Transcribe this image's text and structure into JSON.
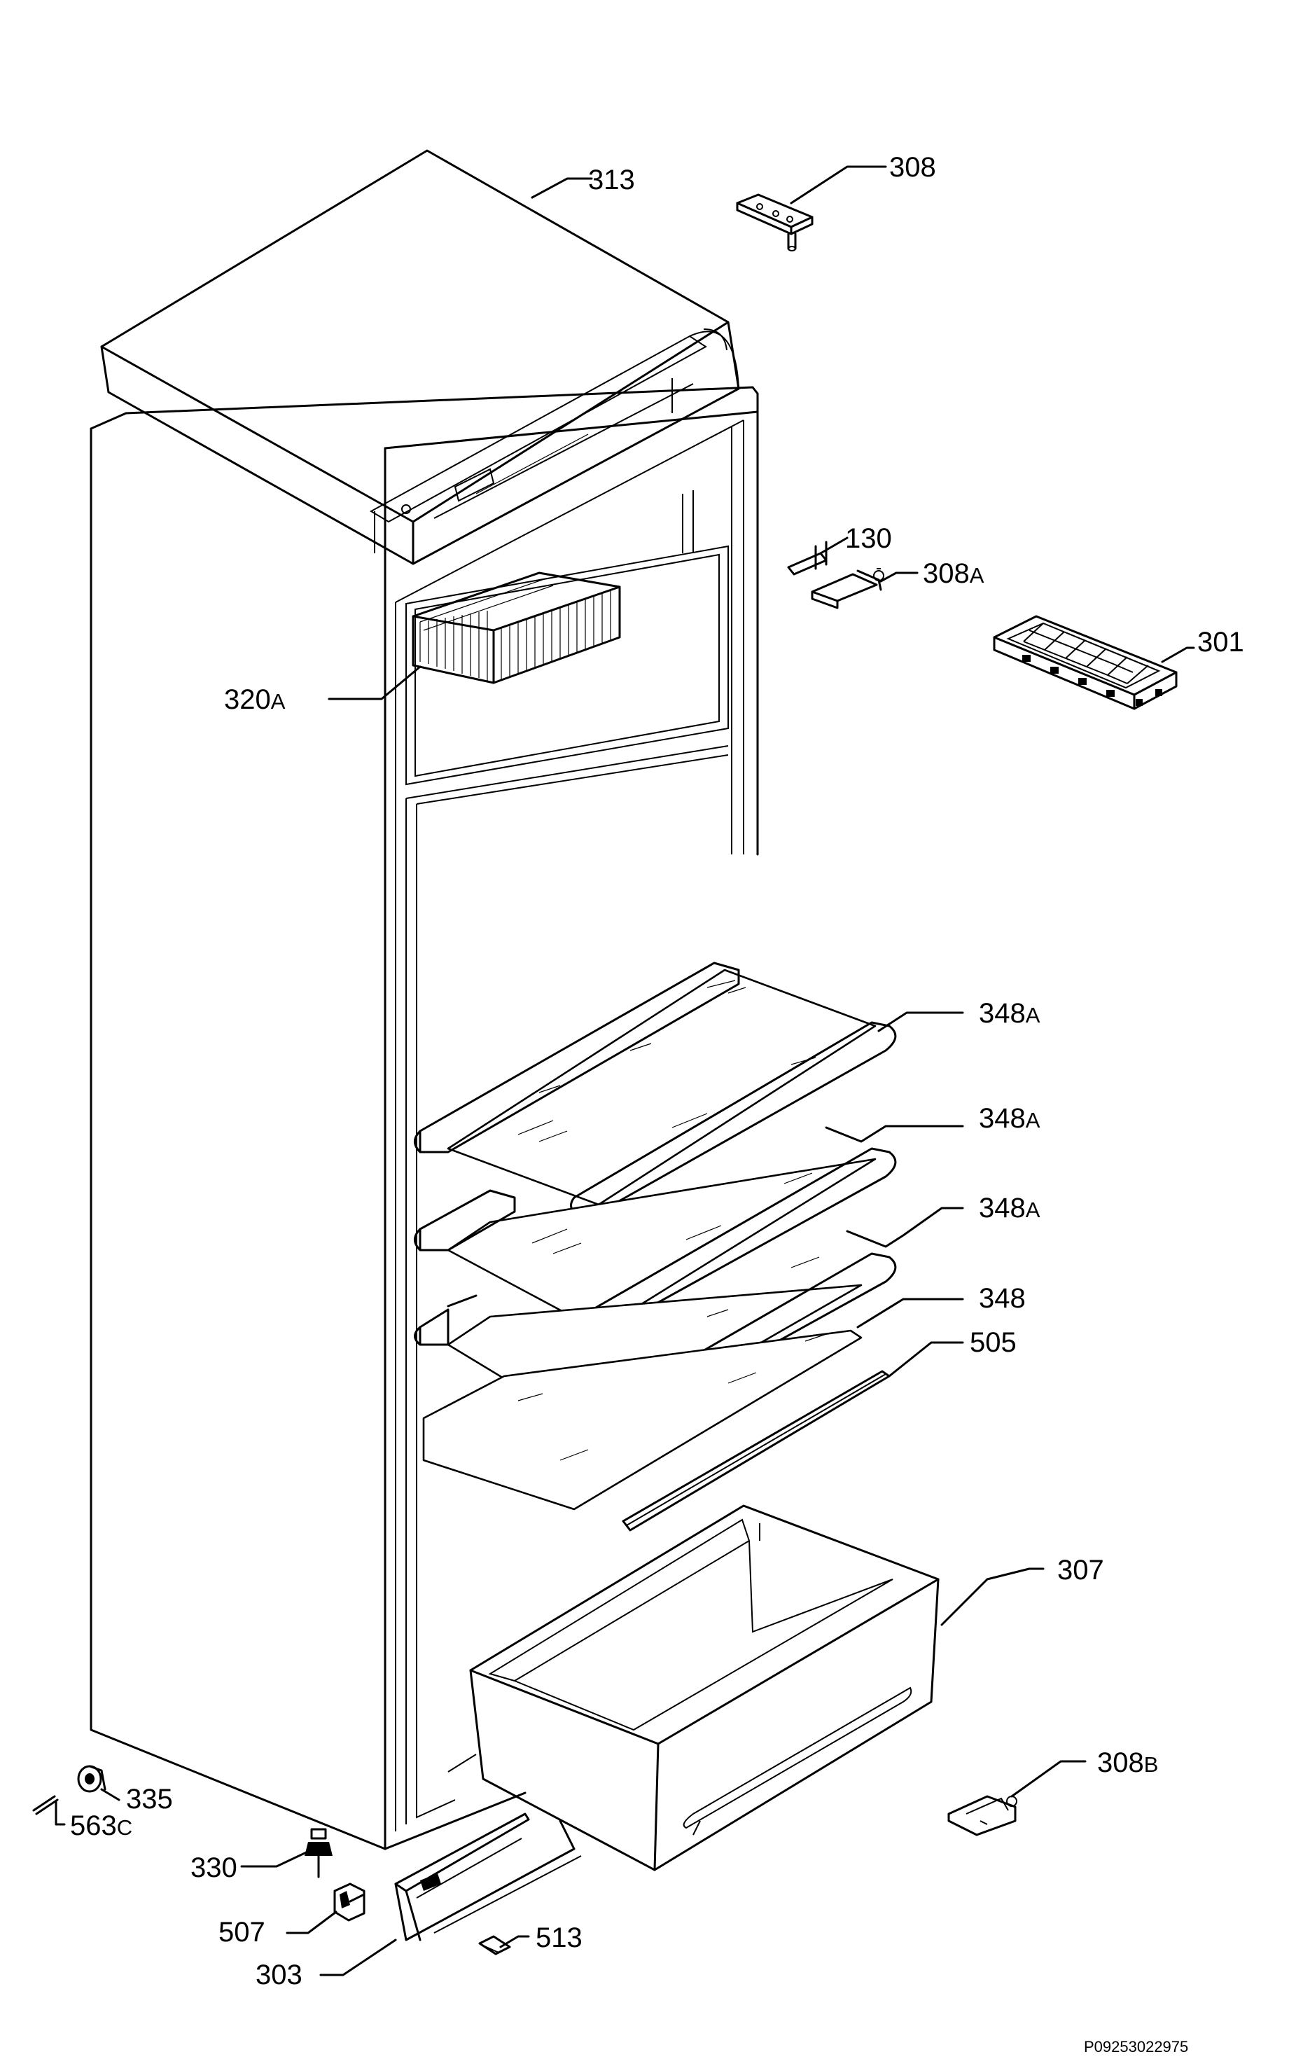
{
  "labels": {
    "313": "313",
    "308": "308",
    "130": "130",
    "308A": {
      "num": "308",
      "suffix": "A"
    },
    "301": "301",
    "320A": {
      "num": "320",
      "suffix": "A"
    },
    "348A_1": {
      "num": "348",
      "suffix": "A"
    },
    "348A_2": {
      "num": "348",
      "suffix": "A"
    },
    "348A_3": {
      "num": "348",
      "suffix": "A"
    },
    "348": "348",
    "505": "505",
    "307": "307",
    "308B": {
      "num": "308",
      "suffix": "B"
    },
    "335": "335",
    "563C": {
      "num": "563",
      "suffix": "C"
    },
    "330": "330",
    "507": "507",
    "513": "513",
    "303": "303"
  },
  "reference": "P09253022975"
}
